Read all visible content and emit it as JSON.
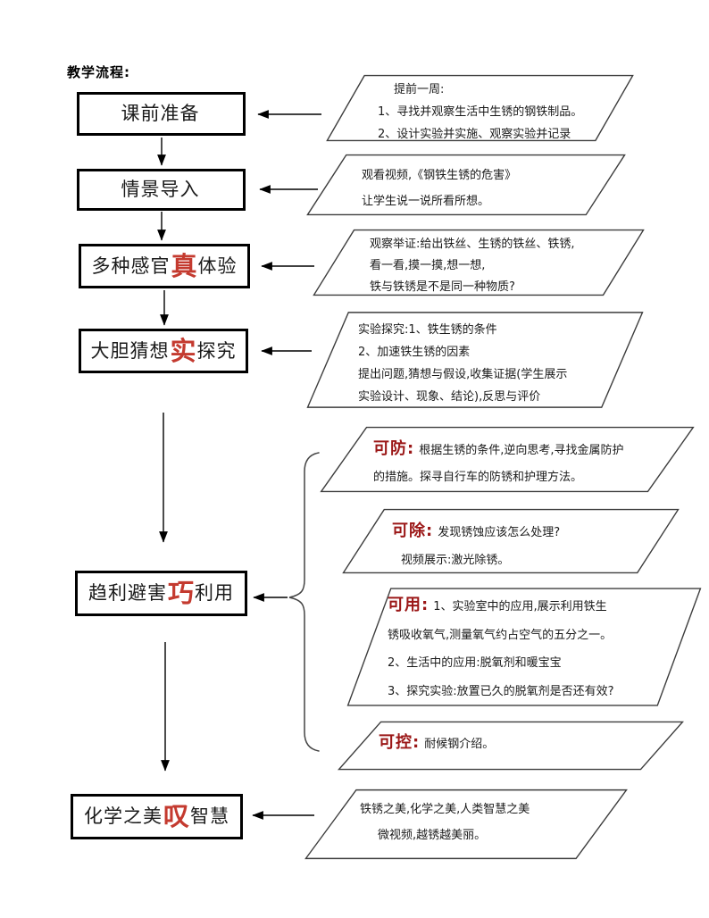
{
  "title": "教学流程:",
  "colors": {
    "accent_red": "#c43a2f",
    "label_red": "#9b1717",
    "shape_border": "#3d3d3d"
  },
  "boxes": [
    {
      "pre": "课前准备",
      "red": "",
      "post": ""
    },
    {
      "pre": "情景导入",
      "red": "",
      "post": ""
    },
    {
      "pre": "多种感官",
      "red": "真",
      "post": "体验"
    },
    {
      "pre": "大胆猜想",
      "red": "实",
      "post": "探究"
    },
    {
      "pre": "趋利避害",
      "red": "巧",
      "post": "利用"
    },
    {
      "pre": "化学之美",
      "red": "叹",
      "post": "智慧"
    }
  ],
  "notes": [
    {
      "label": "",
      "lines": [
        "提前一周:",
        "1、寻找并观察生活中生锈的钢铁制品。",
        "2、设计实验并实施、观察实验并记录"
      ]
    },
    {
      "label": "",
      "lines": [
        "观看视频,《钢铁生锈的危害》",
        "让学生说一说所看所想。"
      ]
    },
    {
      "label": "",
      "lines": [
        "观察举证:给出铁丝、生锈的铁丝、铁锈,",
        "看一看,摸一摸,想一想,",
        "铁与铁锈是不是同一种物质?"
      ]
    },
    {
      "label": "",
      "lines": [
        "实验探究:1、铁生锈的条件",
        "2、加速铁生锈的因素",
        "提出问题,猜想与假设,收集证据(学生展示",
        "实验设计、现象、结论),反思与评价"
      ]
    },
    {
      "label": "可防:",
      "lines": [
        "根据生锈的条件,逆向思考,寻找金属防护",
        "的措施。探寻自行车的防锈和护理方法。"
      ]
    },
    {
      "label": "可除:",
      "lines": [
        "发现锈蚀应该怎么处理?",
        "视频展示:激光除锈。"
      ]
    },
    {
      "label": "可用:",
      "lines": [
        "1、实验室中的应用,展示利用铁生",
        "锈吸收氧气,测量氧气约占空气的五分之一。",
        "2、生活中的应用:脱氧剂和暖宝宝",
        "3、探究实验:放置已久的脱氧剂是否还有效?"
      ]
    },
    {
      "label": "可控:",
      "lines": [
        "耐候钢介绍。"
      ]
    },
    {
      "label": "",
      "lines": [
        "铁锈之美,化学之美,人类智慧之美",
        "微视频,越锈越美丽。"
      ]
    }
  ]
}
